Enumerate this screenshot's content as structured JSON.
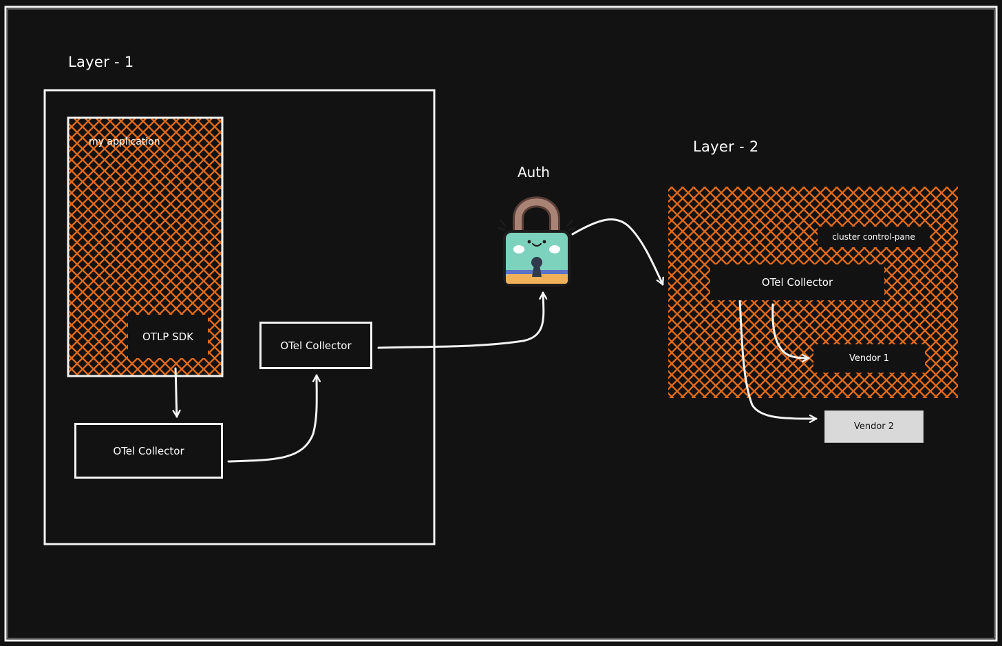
{
  "colors": {
    "background": "#121212",
    "stroke": "#f4f4f4",
    "hatch": "#e06a1b",
    "vendor2_fill": "#d9d9d9"
  },
  "layer1": {
    "title": "Layer - 1",
    "app_label": "my application",
    "sdk_label": "OTLP SDK",
    "collector_bottom_label": "OTel Collector",
    "collector_right_label": "OTel Collector"
  },
  "auth": {
    "label": "Auth",
    "icon": "padlock-icon"
  },
  "layer2": {
    "title": "Layer - 2",
    "cluster_label": "cluster control-pane",
    "collector_label": "OTel Collector",
    "vendor1_label": "Vendor 1",
    "vendor2_label": "Vendor 2"
  }
}
